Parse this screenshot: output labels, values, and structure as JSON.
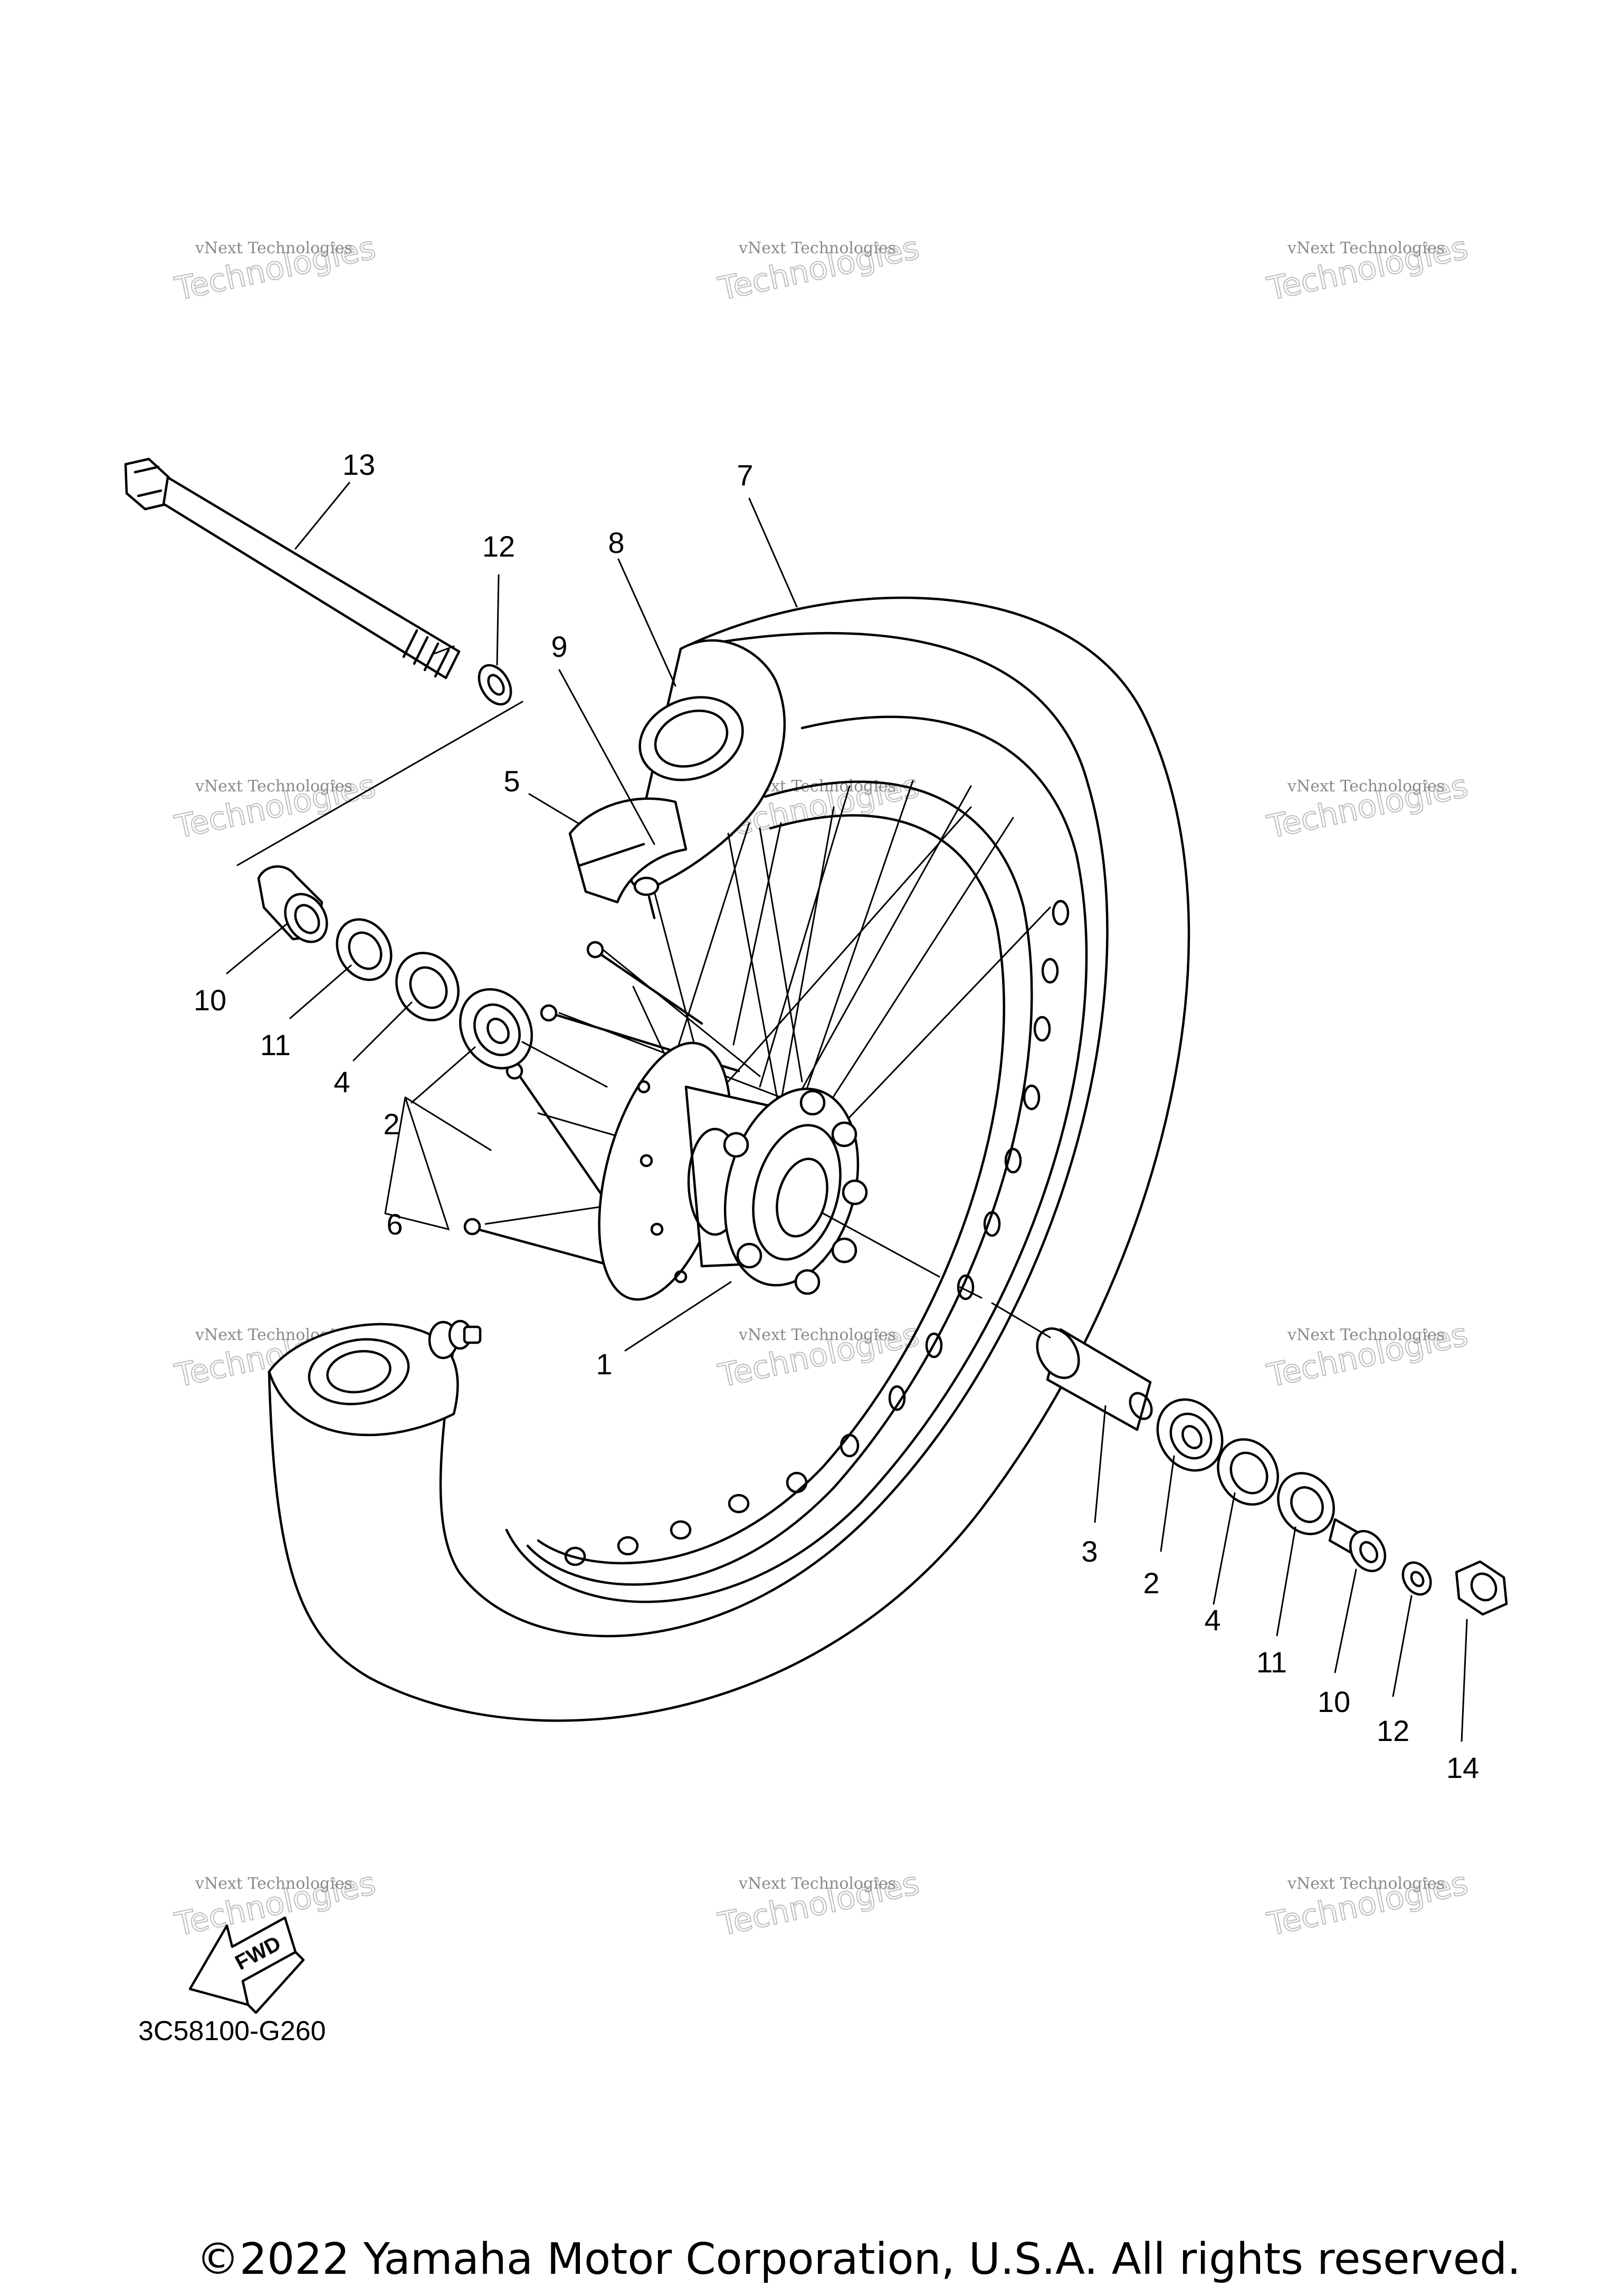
{
  "diagram": {
    "callouts": [
      {
        "id": "c13",
        "label": "13"
      },
      {
        "id": "c7",
        "label": "7"
      },
      {
        "id": "c12a",
        "label": "12"
      },
      {
        "id": "c8",
        "label": "8"
      },
      {
        "id": "c9",
        "label": "9"
      },
      {
        "id": "c5",
        "label": "5"
      },
      {
        "id": "c10a",
        "label": "10"
      },
      {
        "id": "c11a",
        "label": "11"
      },
      {
        "id": "c4a",
        "label": "4"
      },
      {
        "id": "c2a",
        "label": "2"
      },
      {
        "id": "c6",
        "label": "6"
      },
      {
        "id": "c1",
        "label": "1"
      },
      {
        "id": "c3",
        "label": "3"
      },
      {
        "id": "c2b",
        "label": "2"
      },
      {
        "id": "c4b",
        "label": "4"
      },
      {
        "id": "c11b",
        "label": "11"
      },
      {
        "id": "c10b",
        "label": "10"
      },
      {
        "id": "c12b",
        "label": "12"
      },
      {
        "id": "c14",
        "label": "14"
      }
    ],
    "watermark": {
      "line1": "vNext Technologies",
      "line2": "Technologies"
    },
    "fwd_label": "FWD",
    "diagram_code": "3C58100-G260"
  },
  "footer": {
    "copyright": "©2022 Yamaha Motor Corporation, U.S.A. All rights reserved."
  }
}
